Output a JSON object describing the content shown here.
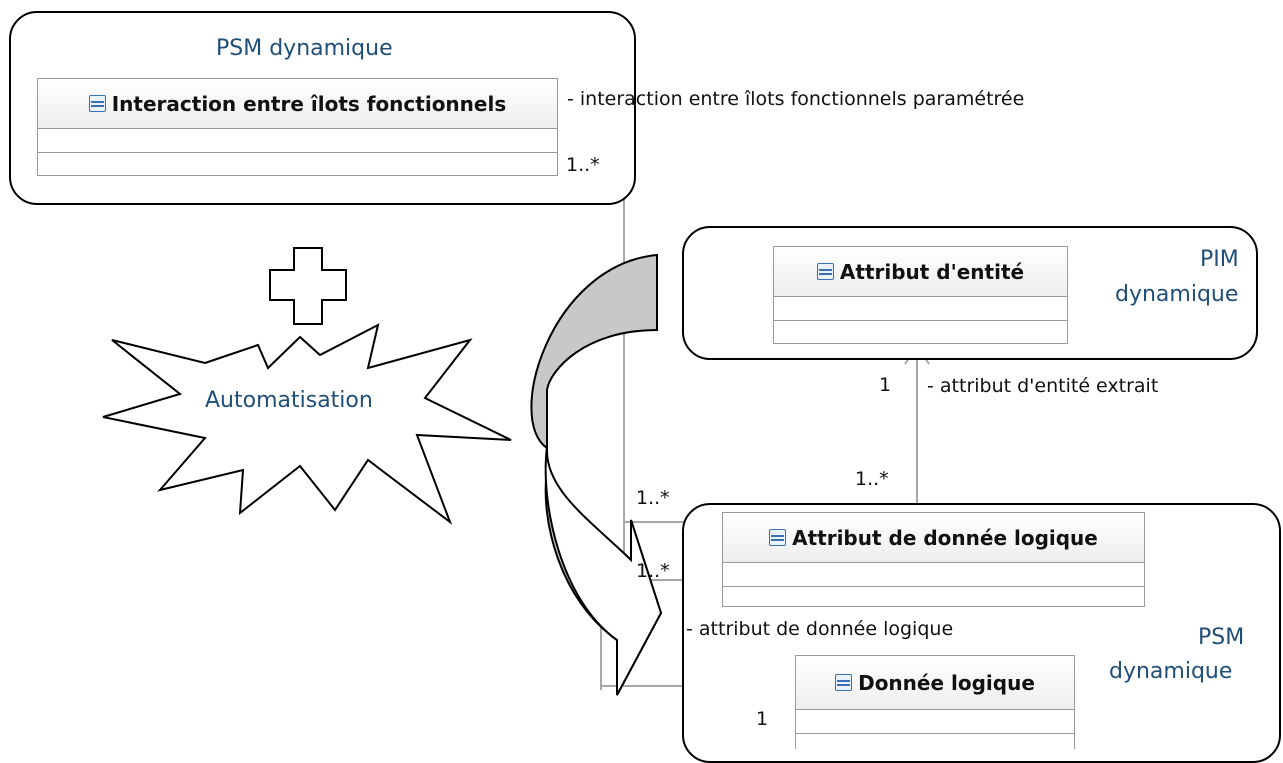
{
  "groups": {
    "top_left": {
      "title": "PSM dynamique"
    },
    "top_right": {
      "title_line1": "PIM",
      "title_line2": "dynamique"
    },
    "bottom_right": {
      "title_line1": "PSM",
      "title_line2": "dynamique"
    }
  },
  "classes": {
    "interaction": {
      "name": "Interaction entre îlots fonctionnels"
    },
    "attribut_entite": {
      "name": "Attribut d'entité"
    },
    "attribut_donnee": {
      "name": "Attribut de donnée logique"
    },
    "donnee_logique": {
      "name": "Donnée logique"
    }
  },
  "associations": {
    "interaction_role": "- interaction entre îlots fonctionnels paramétrée",
    "interaction_mult": "1..*",
    "entite_role": "- attribut d'entité extrait",
    "entite_mult_top": "1",
    "entite_mult_bottom": "1..*",
    "left_mult_upper": "1..*",
    "left_mult_lower": "1..*",
    "donnee_role": "- attribut de donnée logique",
    "donnee_mult": "1"
  },
  "shapes": {
    "plus_sign": "plus-icon",
    "burst_label": "Automatisation",
    "curved_arrow": "curved-arrow-icon"
  },
  "colors": {
    "group_title": "#1f4e79",
    "class_border": "#9a9a9a",
    "connector": "#a6a6a6",
    "arrow_fill": "#c8c8c8"
  }
}
